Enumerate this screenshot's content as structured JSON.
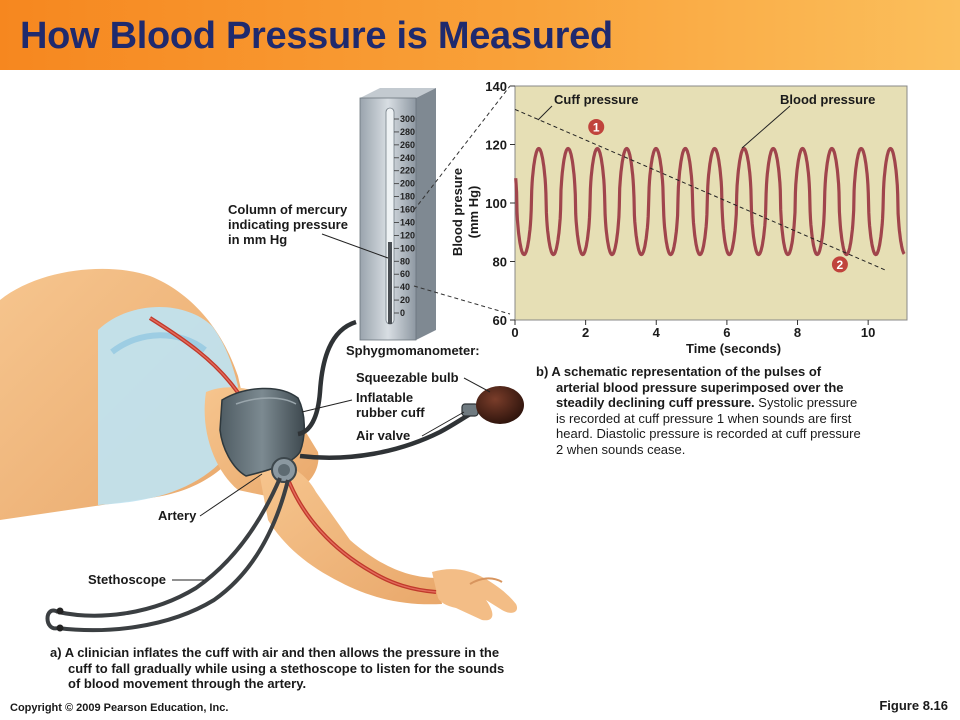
{
  "title": "How Blood Pressure is Measured",
  "labels": {
    "mercury": [
      "Column of mercury",
      "indicating pressure",
      "in mm Hg"
    ],
    "sphygmomanometer": "Sphygmomanometer:",
    "bulb": "Squeezable bulb",
    "cuff": [
      "Inflatable",
      "rubber cuff"
    ],
    "valve": "Air valve",
    "artery": "Artery",
    "stethoscope": "Stethoscope"
  },
  "gauge_scale": [
    "300",
    "280",
    "260",
    "240",
    "220",
    "200",
    "180",
    "160",
    "140",
    "120",
    "100",
    "80",
    "60",
    "40",
    "20",
    "0"
  ],
  "chart_data": {
    "type": "line",
    "title": "",
    "xlabel": "Time (seconds)",
    "ylabel": "Blood pressure (mm Hg)",
    "xlim": [
      0,
      11.1
    ],
    "ylim": [
      60,
      140
    ],
    "x_ticks": [
      0,
      2,
      4,
      6,
      8,
      10
    ],
    "y_ticks": [
      60,
      80,
      100,
      120,
      140
    ],
    "grid": false,
    "series": [
      {
        "name": "Blood pressure",
        "style": "oscillating",
        "period_s": 0.83,
        "systolic": 119,
        "diastolic": 82
      },
      {
        "name": "Cuff pressure",
        "style": "dashed",
        "x": [
          0,
          10.5
        ],
        "y": [
          132,
          77
        ]
      }
    ],
    "markers": [
      {
        "label": "1",
        "x": 2.3,
        "y": 126
      },
      {
        "label": "2",
        "x": 9.2,
        "y": 79
      }
    ],
    "annotations": [
      "Cuff pressure",
      "Blood pressure"
    ]
  },
  "caption_b": {
    "bold": [
      "b) A schematic representation of the pulses of",
      "arterial blood pressure superimposed over the",
      "steadily declining cuff pressure."
    ],
    "normal": [
      "Systolic pressure",
      "is recorded at cuff pressure 1 when sounds are first",
      "heard. Diastolic pressure is recorded at cuff pressure",
      "2 when sounds cease."
    ]
  },
  "caption_a": [
    "a) A clinician inflates the cuff with air and then allows the pressure in the",
    "cuff to fall gradually while using a stethoscope to listen for the sounds",
    "of blood movement through the artery."
  ],
  "footer": {
    "copyright": "Copyright © 2009 Pearson Education, Inc.",
    "figure": "Figure 8.16"
  },
  "colors": {
    "header": "#f6871f",
    "title": "#1f2a6e",
    "chart_bg": "#e6dfb5",
    "pulse": "#a0454c",
    "marker": "#c0433c"
  }
}
